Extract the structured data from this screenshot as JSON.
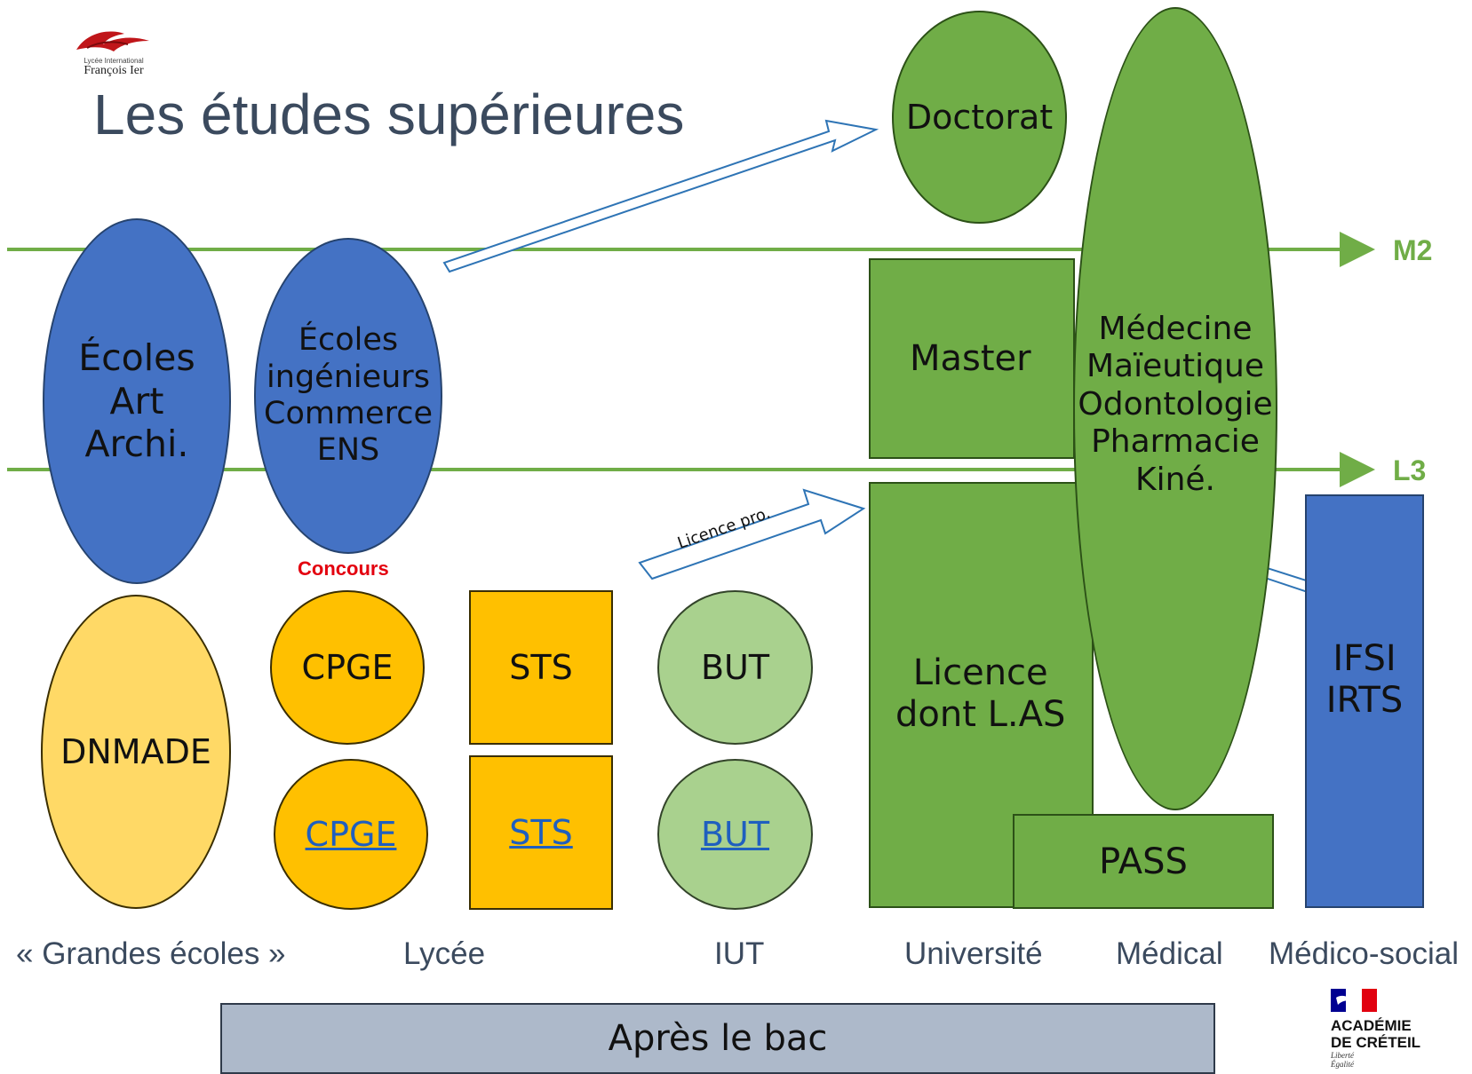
{
  "logo": {
    "line1": "Lycée International",
    "line2": "François Ier"
  },
  "title": "Les études supérieures",
  "levels": {
    "m2": "M2",
    "l3": "L3"
  },
  "concours": "Concours",
  "licence_pro": "Licence pro.",
  "nodes": {
    "doctorat": "Doctorat",
    "ecoles_art": "Écoles\nArt\nArchi.",
    "ecoles_ing": "Écoles\ningénieurs\nCommerce\nENS",
    "master": "Master",
    "medecine": "Médecine\nMaïeutique\nOdontologie\nPharmacie\nKiné.",
    "licence": "Licence\ndont L.AS",
    "pass": "PASS",
    "ifsi": "IFSI\nIRTS",
    "dnmade": "DNMADE",
    "cpge_top": "CPGE",
    "cpge_link": "CPGE",
    "sts_top": "STS",
    "sts_link": "STS",
    "but_top": "BUT",
    "but_link": "BUT"
  },
  "categories": {
    "grandes_ecoles": "« Grandes écoles »",
    "lycee": "Lycée",
    "iut": "IUT",
    "universite": "Université",
    "medical": "Médical",
    "medico_social": "Médico-social"
  },
  "bottom_bar": "Après le bac",
  "academie": {
    "line1": "ACADÉMIE",
    "line2": "DE CRÉTEIL",
    "line3": "Liberté",
    "line4": "Égalité"
  },
  "colors": {
    "blue": "#4472c4",
    "green": "#70ad47",
    "gold": "#ffc000",
    "light_gold": "#ffd966",
    "light_green": "#a9d18e",
    "red": "#e3000f",
    "bar": "#adb9ca"
  }
}
